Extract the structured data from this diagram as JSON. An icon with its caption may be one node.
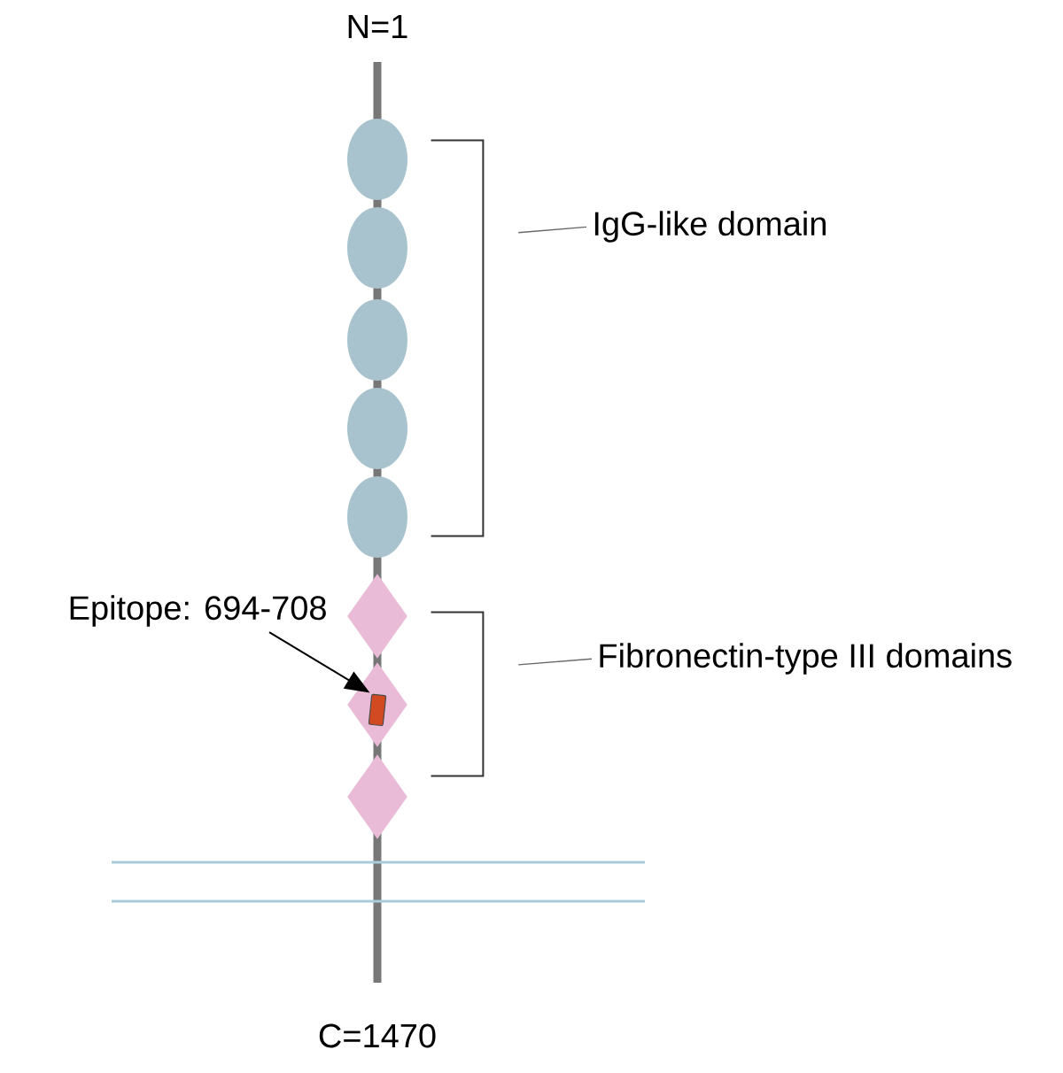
{
  "diagram": {
    "nodes": [
      {
        "text": [],
        "shape": "ellipse"
      },
      {
        "text": [],
        "shape": "ellipse"
      },
      {
        "text": [],
        "shape": "ellipse"
      },
      {
        "text": [],
        "shape": "ellipse"
      },
      {
        "text": [],
        "shape": "ellipse"
      },
      {
        "text": [],
        "shape": "diamond"
      },
      {
        "text": [],
        "shape": "diamond"
      },
      {
        "text": [],
        "shape": "diamond"
      },
      {
        "text": [],
        "shape": "box",
        "in": 6
      },
      {
        "text": [],
        "shape": "bracket"
      },
      {
        "text": [],
        "shape": "bracket"
      },
      {
        "text": [
          "IgG-like domain"
        ]
      },
      {
        "text": [
          "Fibronectin-type III domains"
        ]
      },
      {
        "text": [
          "Epitope: 694-708"
        ]
      }
    ],
    "edges": [
      {
        "from": 11,
        "to": 9,
        "arrow": "none"
      },
      {
        "from": 12,
        "to": 10,
        "arrow": "none"
      },
      {
        "from": 13,
        "to": 8,
        "arrow": "to",
        "color": "#000000"
      }
    ],
    "labels": [
      "N=1",
      "C=1470"
    ]
  }
}
